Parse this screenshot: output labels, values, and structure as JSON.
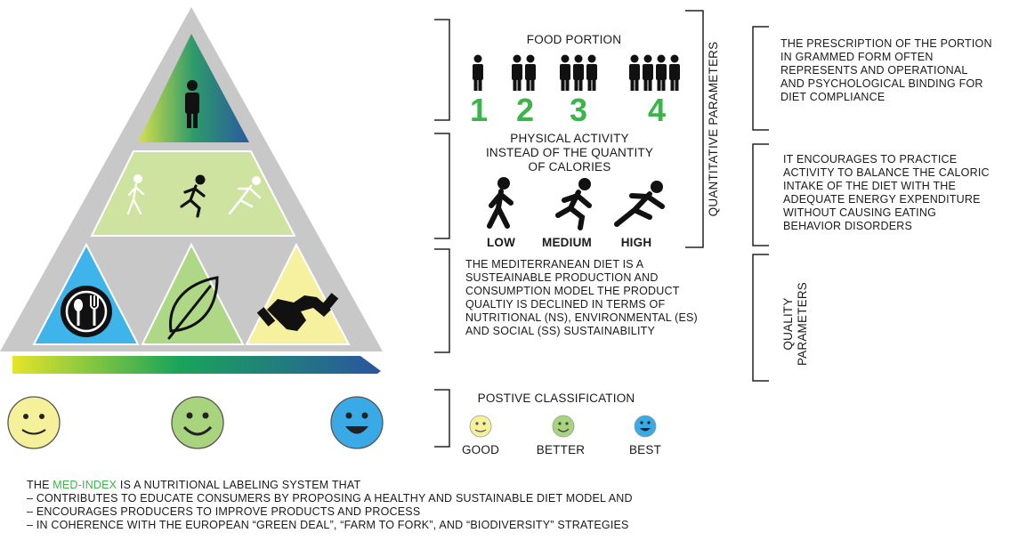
{
  "food_portion": {
    "title": "FOOD PORTION",
    "numbers": [
      "1",
      "2",
      "3",
      "4"
    ]
  },
  "physical_activity": {
    "title_lines": [
      "PHYSICAL ACTIVITY",
      "INSTEAD OF THE QUANTITY",
      "OF CALORIES"
    ],
    "levels": [
      "LOW",
      "MEDIUM",
      "HIGH"
    ]
  },
  "quality_text": [
    "THE MEDITERRANEAN DIET IS A",
    "SUSTEAINABLE PRODUCTION AND",
    "CONSUMPTION MODEL THE PRODUCT",
    "QUALTIY IS DECLINED IN TERMS OF",
    "NUTRITIONAL (NS), ENVIRONMENTAL (ES)",
    "AND SOCIAL (SS) SUSTAINABILITY"
  ],
  "classification": {
    "title": "POSTIVE CLASSIFICATION",
    "labels": [
      "GOOD",
      "BETTER",
      "BEST"
    ]
  },
  "quantitative_label": "QUANTITATIVE PARAMETERS",
  "quality_label_lines": [
    "QUALITY",
    "PARAMETERS"
  ],
  "right_notes": {
    "portion": [
      "THE PRESCRIPTION OF THE PORTION",
      "IN GRAMMED FORM OFTEN",
      "REPRESENTS AND OPERATIONAL",
      "AND PSYCHOLOGICAL BINDING FOR",
      "DIET COMPLIANCE"
    ],
    "activity": [
      "IT ENCOURAGES TO PRACTICE",
      "ACTIVITY TO BALANCE THE CALORIC",
      "INTAKE OF THE DIET WITH THE",
      "ADEQUATE ENERGY EXPENDITURE",
      "WITHOUT CAUSING EATING",
      "BEHAVIOR DISORDERS"
    ]
  },
  "footer": {
    "first_prefix": "THE ",
    "highlight": "MED-INDEX",
    "first_suffix": " IS A NUTRITIONAL LABELING SYSTEM THAT",
    "lines": [
      "– CONTRIBUTES TO EDUCATE CONSUMERS BY PROPOSING A HEALTHY AND SUSTAINABLE DIET MODEL AND",
      "– ENCOURAGES PRODUCERS TO IMPROVE PRODUCTS AND PROCESS",
      "– IN COHERENCE WITH THE EUROPEAN “GREEN DEAL”, “FARM TO FORK”, AND “BIODIVERSITY” STRATEGIES"
    ]
  },
  "colors": {
    "green_number": "#3bb54a",
    "face_yellow": "#f5f09a",
    "face_green": "#a9d47e",
    "face_blue": "#3aaae6",
    "triangle_grey": "#c8c8c8",
    "arrow_start": "#e5e42a",
    "arrow_mid": "#1aa45a",
    "arrow_end": "#2a55a0"
  },
  "icons": {
    "top": "person-icon",
    "activity": [
      "walking-icon",
      "running-icon",
      "sprinting-icon"
    ],
    "bottom": [
      "plate-cutlery-icon",
      "leaf-icon",
      "handshake-icon"
    ]
  }
}
